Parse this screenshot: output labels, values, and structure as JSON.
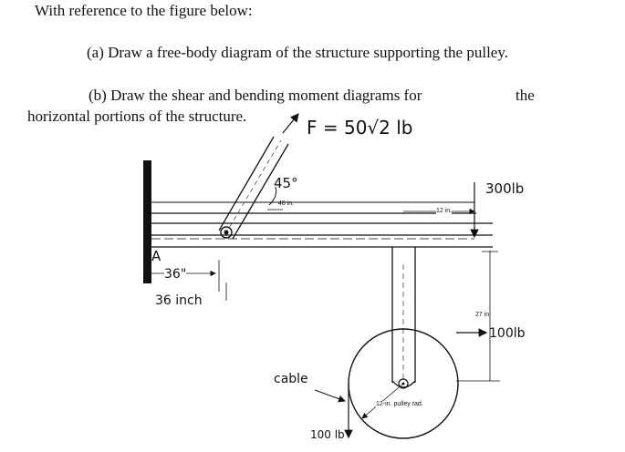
{
  "problem": {
    "intro": "With reference to the figure below:",
    "part_a": "(a) Draw a free-body diagram of the structure supporting the pulley.",
    "part_b_line1": "(b) Draw the shear and bending moment diagrams for",
    "part_b_the": "the",
    "part_b_line2": "horizontal portions of the structure."
  },
  "annotations": {
    "force": "F = 50√2 lb",
    "angle": "45°",
    "dim_48": "48 in.",
    "dim_12": "12 in.",
    "load_top": "300lb",
    "point_a": "A",
    "dim_36_arrow": "36\"",
    "dim_36_inch": "36 inch",
    "dim_27": "27 in.",
    "load_side": "100lb",
    "cable": "cable",
    "cable_load": "100 lb",
    "pulley_rad": "12-in. pulley rad."
  },
  "colors": {
    "ink": "#111111",
    "background": "#ffffff"
  }
}
